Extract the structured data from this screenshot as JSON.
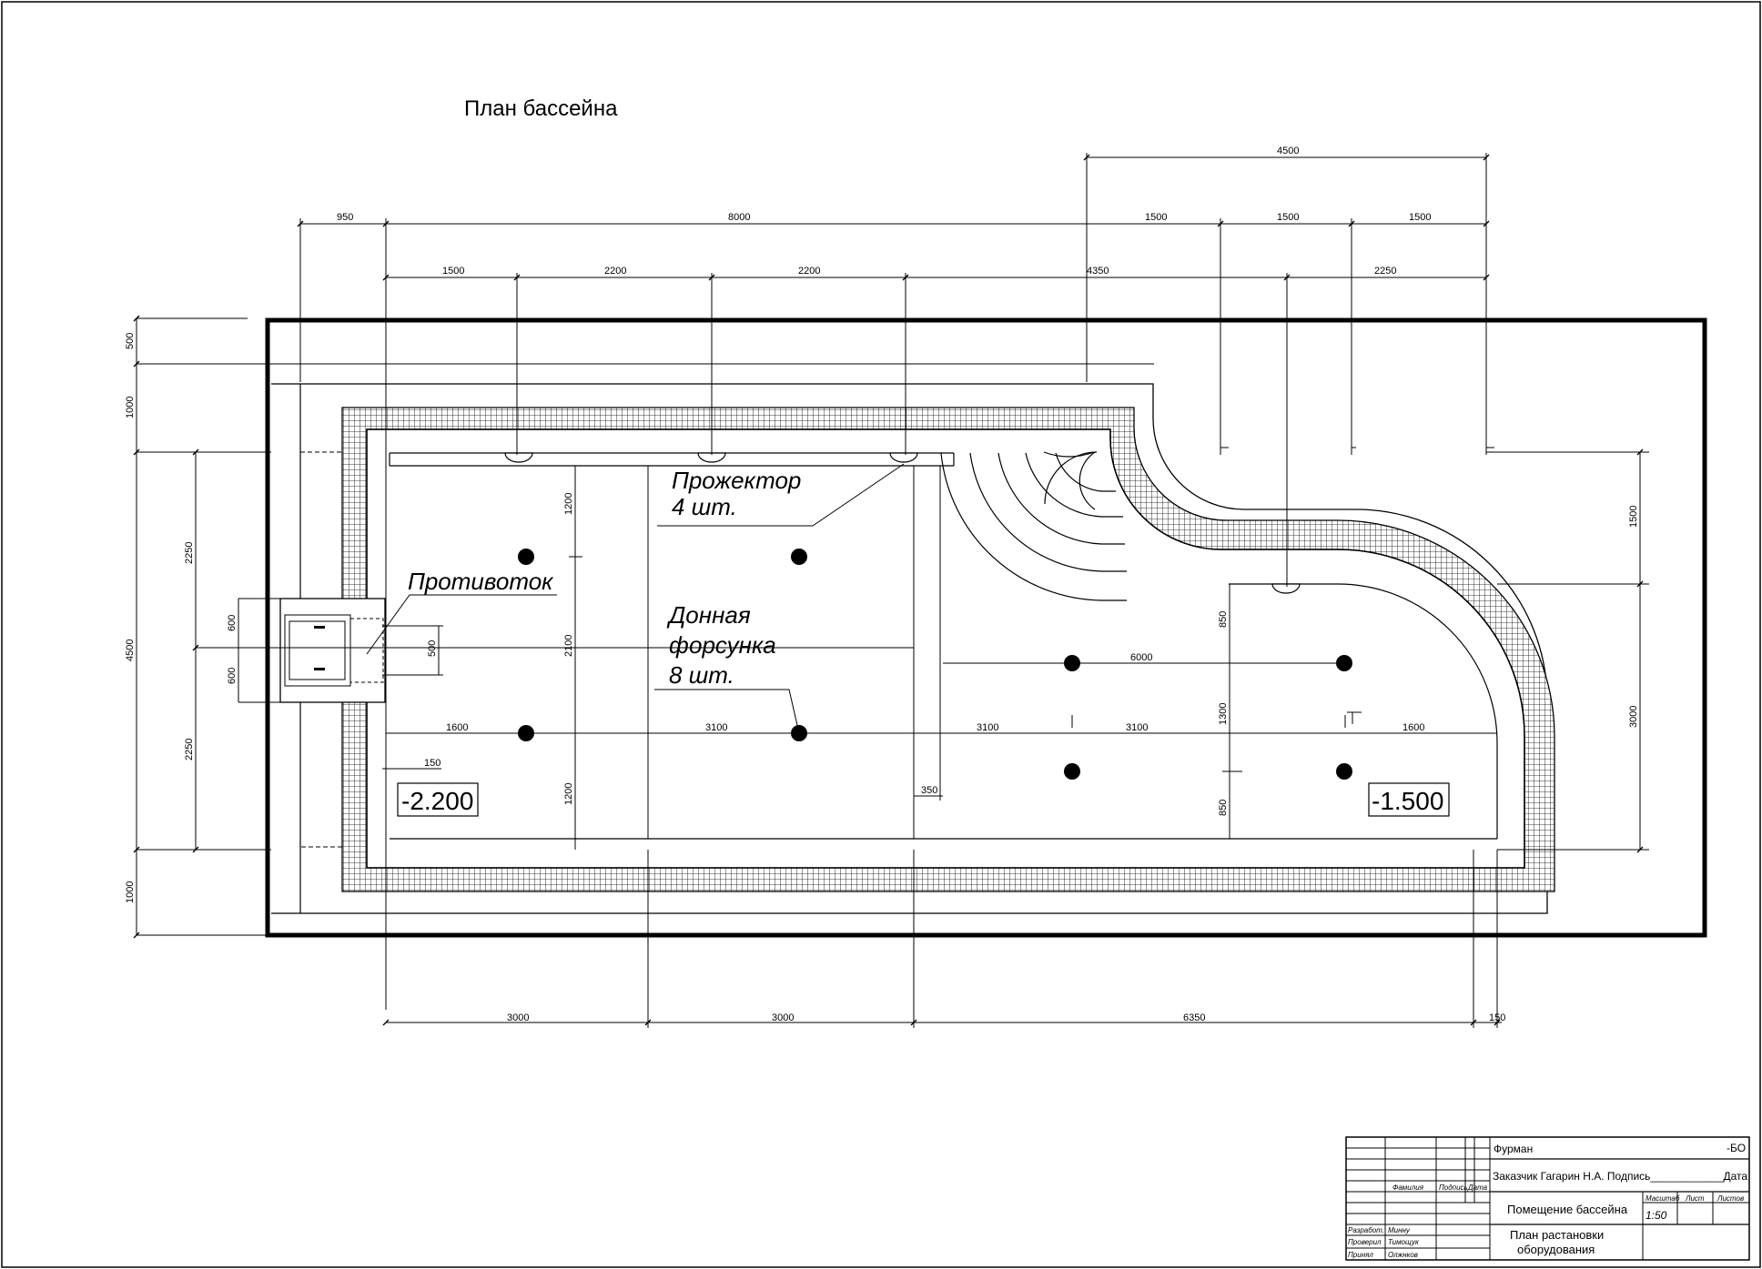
{
  "drawing": {
    "title": "План бассейна",
    "labels": {
      "projector": [
        "Прожектор",
        "4 шт."
      ],
      "nozzle": [
        "Донная",
        "форсунка",
        "8 шт."
      ],
      "counterflow": "Противоток"
    },
    "depth_marks": {
      "deep": "-2.200",
      "shallow": "-1.500"
    },
    "dimensions": {
      "top_total": "4500",
      "top_row": [
        "950",
        "8000",
        "1500",
        "1500",
        "1500"
      ],
      "second_row": [
        "1500",
        "2200",
        "2200",
        "4350",
        "2250"
      ],
      "bottom_row": [
        "3000",
        "3000",
        "6350",
        "150"
      ],
      "left_outer": [
        "500",
        "1000",
        "4500",
        "1000"
      ],
      "left_inner": [
        "2250",
        "2250"
      ],
      "counterflow": [
        "600",
        "600",
        "500",
        "150"
      ],
      "interior_vertical": [
        "1200",
        "2100",
        "1200"
      ],
      "nozzle_row": [
        "1600",
        "3100",
        "3100",
        "3100",
        "1600"
      ],
      "shallow_vertical": [
        "850",
        "1300",
        "850"
      ],
      "shallow_horizontal": "6000",
      "step": "350",
      "right": [
        "1500",
        "3000"
      ]
    }
  },
  "title_block": {
    "project": "Фурман",
    "code": "-БО",
    "client_line": "Заказчик Гагарин Н.А.  Подпись____________Дата",
    "col_headers": [
      "Фамилия",
      "Подпись",
      "Дата"
    ],
    "room": "Помещение бассейна",
    "sheet_title": [
      "План растановки",
      "оборудования"
    ],
    "scale_headers": [
      "Масштаб",
      "Лист",
      "Листов"
    ],
    "scale": "1:50",
    "roles": [
      "Разработ.",
      "Проверил",
      "Принял"
    ],
    "names": [
      "Минну",
      "Тимощук",
      "Олжнков"
    ]
  }
}
